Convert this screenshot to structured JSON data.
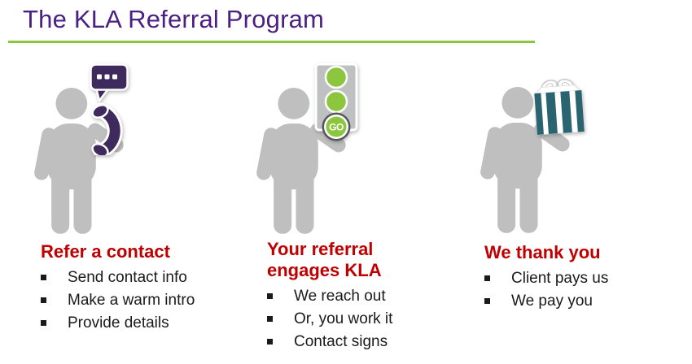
{
  "slide": {
    "title": "The KLA Referral Program",
    "colors": {
      "title_purple": "#4B2083",
      "underline_green": "#8CC63F",
      "heading_red": "#C00000",
      "body_text": "#1A1A1A",
      "silhouette_gray": "#BFBFBF",
      "icon_purple": "#3F2A5E",
      "go_green": "#8CC63F",
      "gift_teal": "#2A6471",
      "traffic_body_gray": "#BFC0C2"
    },
    "steps": [
      {
        "icon": "phone-speech-bubble-icon",
        "heading": "Refer a contact",
        "bullets": [
          "Send contact info",
          "Make a warm intro",
          "Provide details"
        ]
      },
      {
        "icon": "traffic-light-go-icon",
        "heading": "Your referral engages KLA",
        "bullets": [
          "We reach out",
          "Or, you work it",
          "Contact signs"
        ]
      },
      {
        "icon": "gift-box-icon",
        "heading": "We thank you",
        "bullets": [
          "Client pays us",
          "We pay you"
        ]
      }
    ],
    "traffic_light_go_label": "GO"
  }
}
